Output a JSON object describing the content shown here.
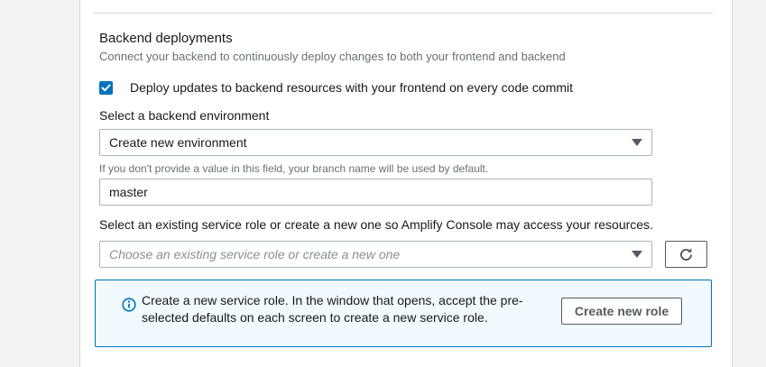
{
  "section": {
    "title": "Backend deployments",
    "description": "Connect your backend to continuously deploy changes to both your frontend and backend"
  },
  "deploy_checkbox": {
    "checked": true,
    "label": "Deploy updates to backend resources with your frontend on every code commit"
  },
  "backend_environment": {
    "label": "Select a backend environment",
    "selected_option": "Create new environment",
    "helper_text": "If you don't provide a value in this field, your branch name will be used by default.",
    "name_value": "master"
  },
  "service_role": {
    "label": "Select an existing service role or create a new one so Amplify Console may access your resources.",
    "placeholder": "Choose an existing service role or create a new one"
  },
  "info_box": {
    "message": "Create a new service role. In the window that opens, accept the pre-selected defaults on each screen to create a new service role.",
    "button_label": "Create new role"
  },
  "colors": {
    "accent_blue": "#0073bb",
    "info_background": "#f1faff",
    "text_primary": "#16191f",
    "text_secondary": "#687078",
    "placeholder_gray": "#879196",
    "input_border": "#aab7b8",
    "button_border": "#545b64",
    "panel_gray": "#f2f3f3"
  }
}
